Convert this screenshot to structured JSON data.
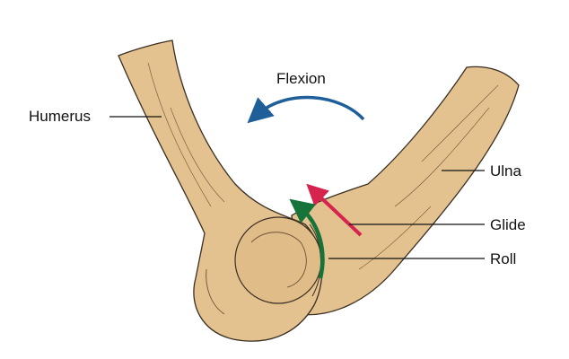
{
  "labels": {
    "humerus": "Humerus",
    "flexion": "Flexion",
    "ulna": "Ulna",
    "glide": "Glide",
    "roll": "Roll"
  },
  "colors": {
    "bone": "#e3c28f",
    "bone_shadow": "#c9a473",
    "outline": "#3a2e22",
    "flexion_arrow": "#1f5f99",
    "glide_arrow": "#d6244f",
    "roll_arrow": "#16743a",
    "leader": "#111111"
  }
}
